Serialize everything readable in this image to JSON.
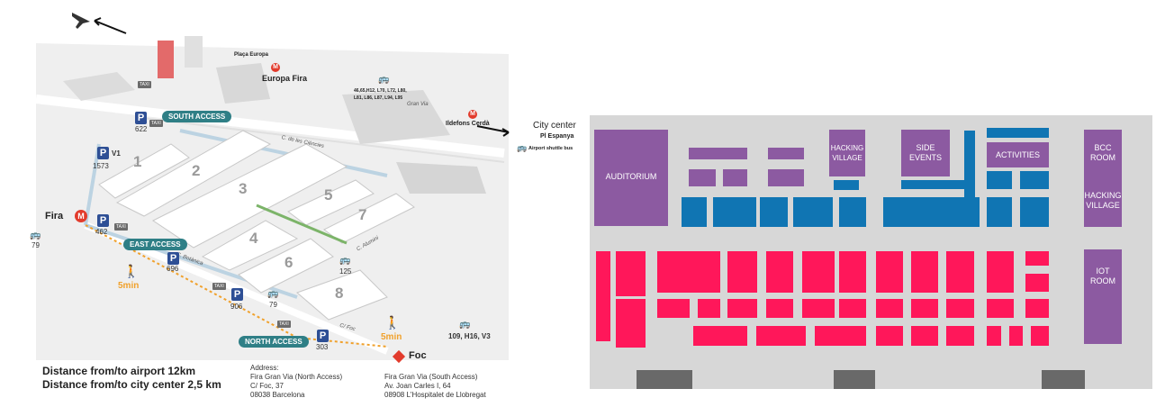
{
  "left_map": {
    "halls": [
      "1",
      "2",
      "3",
      "4",
      "5",
      "6",
      "7",
      "8"
    ],
    "places": {
      "placa_europa": "Plaça Europa",
      "europa_fira": "Europa Fira",
      "ildefons_cerda": "Ildefons Cerdà",
      "fira": "Fira",
      "foc": "Foc",
      "city_center": "City center",
      "pl_espanya": "Pl Espanya",
      "airport_shuttle": "Airport shuttle bus"
    },
    "streets": {
      "ciencies": "C. de les Ciències",
      "gran_via": "Gran Via",
      "botanica": "C. Botànica",
      "amnes": "C. Alumini",
      "foc_street": "C/ Foc"
    },
    "accesses": {
      "south": "SOUTH ACCESS",
      "east": "EAST ACCESS",
      "north": "NORTH ACCESS"
    },
    "parkings": [
      "622",
      "1573",
      "462",
      "696",
      "906",
      "303"
    ],
    "parking_symbol": "P",
    "v1": "V1",
    "taxi": "TAXI",
    "bus_lines": {
      "europa": "46,65,H12, L70, L72, L80,\nL81, L86, L87, L94, L95",
      "fira_79": "79",
      "b125": "125",
      "b79b": "79",
      "foc_lines": "109, H16, V3"
    },
    "walk_times": [
      "5min",
      "5min"
    ],
    "metro_symbol": "M",
    "distances": {
      "airport": "Distance from/to airport   12km",
      "city": "Distance from/to city center 2,5 km"
    },
    "address_north": {
      "title": "Address:",
      "line1": "Fira Gran Via (North Access)",
      "line2": "C/ Foc, 37",
      "line3": "08038 Barcelona"
    },
    "address_south": {
      "line1": "Fira Gran Via (South Access)",
      "line2": "Av. Joan Carles I, 64",
      "line3": "08908 L'Hospitalet de Llobregat"
    }
  },
  "floorplan": {
    "colors": {
      "background": "#d7d7d7",
      "purple": "#8c5aa1",
      "blue": "#1075b3",
      "pink": "#ff175a",
      "gray": "#696969"
    },
    "labels": {
      "auditorium": "AUDITORIUM",
      "hacking_village_1": "HACKING\nVILLAGE",
      "side_events": "SIDE\nEVENTS",
      "activities": "ACTIVITIES",
      "bcc_room": "BCC\nROOM",
      "hacking_village_2": "HACKING\nVILLAGE",
      "iot_room": "IOT\nROOM"
    }
  }
}
